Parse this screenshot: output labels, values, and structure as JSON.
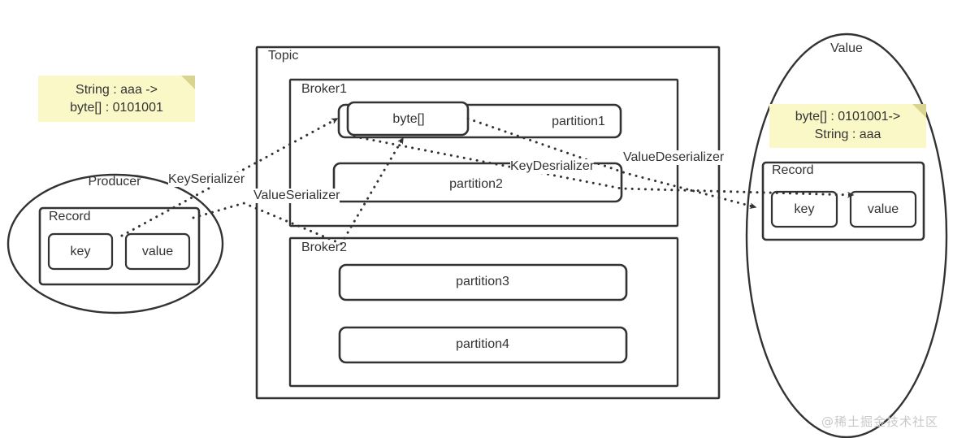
{
  "diagram": {
    "title": "Kafka producer-topic-consumer serialization flow",
    "colors": {
      "stroke": "#333333",
      "note_fill": "#fbf8c8",
      "note_fold": "#d9d48f",
      "background": "#ffffff",
      "watermark": "#c9c9c9"
    }
  },
  "notes": {
    "producer_note": {
      "line1": "String : aaa ->",
      "line2": "byte[] : 0101001"
    },
    "consumer_note": {
      "line1": "byte[] : 0101001->",
      "line2": "String : aaa"
    }
  },
  "producer": {
    "ellipse_label": "Producer",
    "record_label": "Record",
    "key_label": "key",
    "value_label": "value"
  },
  "topic": {
    "label": "Topic",
    "brokers": [
      {
        "label": "Broker1",
        "partitions": [
          {
            "label": "partition1"
          },
          {
            "label": "partition2"
          }
        ],
        "payload_label": "byte[]"
      },
      {
        "label": "Broker2",
        "partitions": [
          {
            "label": "partition3"
          },
          {
            "label": "partition4"
          }
        ]
      }
    ]
  },
  "consumer": {
    "ellipse_label": "Value",
    "record_label": "Record",
    "key_label": "key",
    "value_label": "value"
  },
  "arrow_labels": {
    "key_serializer": "KeySerializer",
    "value_serializer": "ValueSerializer",
    "key_deserializer": "KeyDesrializer",
    "value_deserializer": "ValueDeserializer"
  },
  "watermark": {
    "text": "@稀土掘金技术社区"
  }
}
